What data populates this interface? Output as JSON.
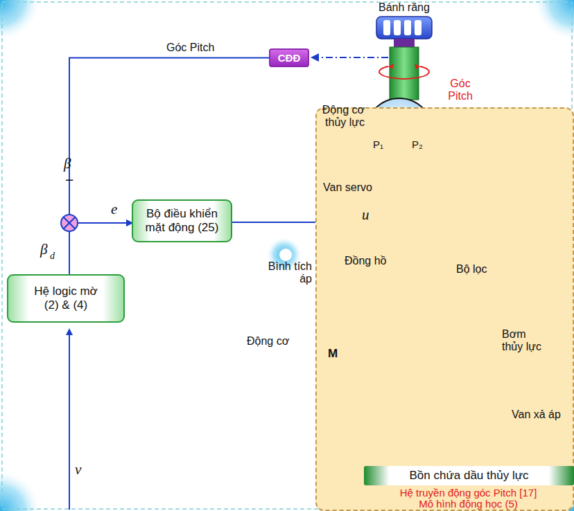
{
  "diagram": {
    "nodes": [
      {
        "text": [
          "Hệ logic mờ (2) & (4)"
        ]
      },
      {
        "text": [
          "Bộ điều khiển mặt động (25)"
        ]
      },
      {
        "text": [
          "CĐĐ"
        ]
      },
      {
        "text": [
          "Hệ truyền động góc Pitch [17]",
          "Mô hình động học (5)"
        ]
      },
      {
        "text": [
          "Bồn chứa dầu thủy lực"
        ],
        "in": 3
      }
    ],
    "edges": [
      {
        "from": 2,
        "to": 1,
        "arrow": "to",
        "label": "Góc Pitch"
      },
      {
        "from": 0,
        "to": 1,
        "arrow": "to"
      },
      {
        "from": 1,
        "to": 3,
        "arrow": "to",
        "label": "u"
      }
    ],
    "labels": [
      "Bánh răng",
      "Góc Pitch",
      "Động cơ thủy lực",
      "P₁",
      "P₂",
      "Van servo",
      "β",
      "−",
      "β",
      "d",
      "e",
      "Bình tích áp",
      "Đồng hồ",
      "Bộ lọc",
      "Bơm thủy lực",
      "Động cơ",
      "M",
      "Van xả áp",
      "v"
    ]
  }
}
